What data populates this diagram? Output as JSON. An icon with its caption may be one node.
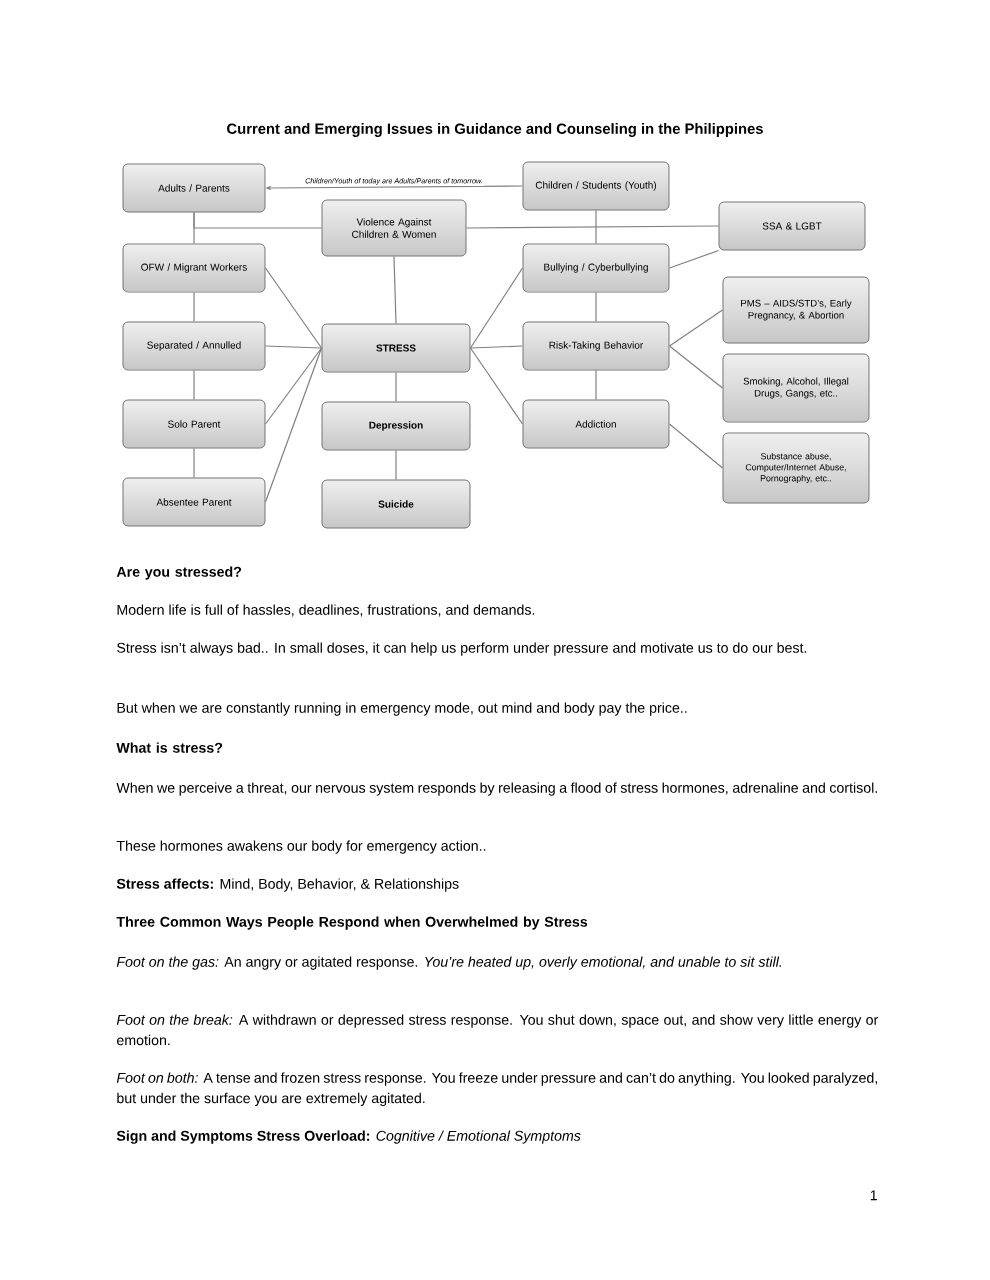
{
  "diagram": {
    "title": "Current and Emerging Issues in Guidance and Counseling in the Philippines",
    "nodes": [
      {
        "text": [
          "Adults / Parents"
        ]
      },
      {
        "text": [
          "Children / Students (Youth)"
        ]
      },
      {
        "text": [
          "Violence Against Children & Women"
        ]
      },
      {
        "text": [
          "SSA & LGBT"
        ]
      },
      {
        "text": [
          "OFW / Migrant Workers"
        ]
      },
      {
        "text": [
          "Bullying / Cyberbullying"
        ]
      },
      {
        "text": [
          "PMS – AIDS/STD’s, Early Pregnancy, & Abortion"
        ]
      },
      {
        "text": [
          "Separated / Annulled"
        ]
      },
      {
        "text": [
          "STRESS"
        ]
      },
      {
        "text": [
          "Risk-Taking Behavior"
        ]
      },
      {
        "text": [
          "Smoking, Alcohol, Illegal Drugs, Gangs, etc.."
        ]
      },
      {
        "text": [
          "Solo Parent"
        ]
      },
      {
        "text": [
          "Depression"
        ]
      },
      {
        "text": [
          "Addiction"
        ]
      },
      {
        "text": [
          "Substance abuse, Computer/Internet Abuse, Pornography, etc.."
        ]
      },
      {
        "text": [
          "Absentee Parent"
        ]
      },
      {
        "text": [
          "Suicide"
        ]
      }
    ],
    "edges": [
      {
        "from": 1,
        "to": 0,
        "arrow": "to",
        "label": "Children/Youth of today are Adults/Parents of tomorrow."
      },
      {
        "from": 0,
        "to": 2,
        "arrow": "none"
      },
      {
        "from": 2,
        "to": 3,
        "arrow": "none"
      },
      {
        "from": 0,
        "to": 4,
        "arrow": "none"
      },
      {
        "from": 4,
        "to": 7,
        "arrow": "none"
      },
      {
        "from": 7,
        "to": 11,
        "arrow": "none"
      },
      {
        "from": 11,
        "to": 15,
        "arrow": "none"
      },
      {
        "from": 2,
        "to": 8,
        "arrow": "none"
      },
      {
        "from": 4,
        "to": 8,
        "arrow": "none"
      },
      {
        "from": 7,
        "to": 8,
        "arrow": "none"
      },
      {
        "from": 11,
        "to": 8,
        "arrow": "none"
      },
      {
        "from": 15,
        "to": 8,
        "arrow": "none"
      },
      {
        "from": 8,
        "to": 12,
        "arrow": "none"
      },
      {
        "from": 12,
        "to": 16,
        "arrow": "none"
      },
      {
        "from": 8,
        "to": 5,
        "arrow": "none"
      },
      {
        "from": 8,
        "to": 9,
        "arrow": "none"
      },
      {
        "from": 8,
        "to": 13,
        "arrow": "none"
      },
      {
        "from": 1,
        "to": 5,
        "arrow": "none"
      },
      {
        "from": 5,
        "to": 9,
        "arrow": "none"
      },
      {
        "from": 9,
        "to": 13,
        "arrow": "none"
      },
      {
        "from": 5,
        "to": 3,
        "arrow": "none"
      },
      {
        "from": 9,
        "to": 6,
        "arrow": "none"
      },
      {
        "from": 9,
        "to": 10,
        "arrow": "none"
      },
      {
        "from": 13,
        "to": 14,
        "arrow": "none"
      }
    ],
    "labels": [
      "Are you stressed?",
      "Modern life is full of hassles, deadlines, frustrations, and demands.",
      "Stress isn’t always bad.. In small doses, it can help us perform under pressure and motivate us to do our best.",
      "But when we are constantly running in emergency mode, out mind and body pay the price..",
      "What is stress?",
      "When we perceive a threat, our nervous system responds by releasing a flood of stress hormones, adrenaline and cortisol.",
      "These hormones awakens our body for emergency action..",
      "**Stress affects:** Mind, Body, Behavior, & Relationships",
      "Three Common Ways People Respond when Overwhelmed by Stress",
      "*Foot on the gas:* An angry or agitated response. *You’re heated up, overly emotional, and unable to sit still.*",
      "*Foot on the break:* A withdrawn or depressed stress response. You shut down, space out, and show very little energy or emotion.",
      "*Foot on both:* A tense and frozen stress response. You freeze under pressure and can’t do anything. You looked paralyzed, but under the surface you are extremely agitated.",
      "**Sign and Symptoms Stress Overload:** *Cognitive / Emotional Symptoms*",
      "1"
    ]
  }
}
